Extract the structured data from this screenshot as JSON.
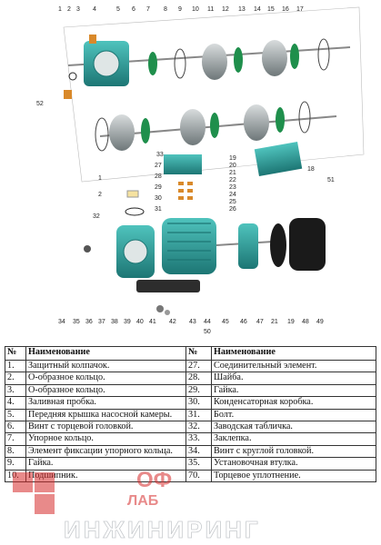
{
  "callouts": [
    "1",
    "2",
    "3",
    "4",
    "5",
    "6",
    "7",
    "8",
    "9",
    "10",
    "11",
    "12",
    "13",
    "14",
    "15",
    "16",
    "17",
    "52",
    "18",
    "51",
    "1",
    "2",
    "33",
    "19",
    "20",
    "21",
    "22",
    "23",
    "24",
    "25",
    "26",
    "27",
    "28",
    "29",
    "30",
    "31",
    "32",
    "34",
    "35",
    "36",
    "37",
    "38",
    "39",
    "40",
    "41",
    "42",
    "43",
    "44",
    "45",
    "46",
    "47",
    "21",
    "19",
    "48",
    "49",
    "50"
  ],
  "table": {
    "headers": [
      "№",
      "Наименование",
      "№",
      "Наименование"
    ],
    "rows": [
      {
        "n1": "1.",
        "name1": "Защитный колпачок.",
        "n2": "27.",
        "name2": "Соединительный элемент."
      },
      {
        "n1": "2.",
        "name1": "О-образное кольцо.",
        "n2": "28.",
        "name2": "Шайба."
      },
      {
        "n1": "3.",
        "name1": "О-образное кольцо.",
        "n2": "29.",
        "name2": "Гайка."
      },
      {
        "n1": "4.",
        "name1": "Заливная пробка.",
        "n2": "30.",
        "name2": "Конденсаторная коробка."
      },
      {
        "n1": "5.",
        "name1": "Передняя крышка насосной камеры.",
        "n2": "31.",
        "name2": "Болт."
      },
      {
        "n1": "6.",
        "name1": "Винт с торцевой головкой.",
        "n2": "32.",
        "name2": "Заводская табличка."
      },
      {
        "n1": "7.",
        "name1": "Упорное кольцо.",
        "n2": "33.",
        "name2": "Заклепка."
      },
      {
        "n1": "8.",
        "name1": "Элемент фиксации упорного кольца.",
        "n2": "34.",
        "name2": "Винт с круглой головкой."
      },
      {
        "n1": "9.",
        "name1": "Гайка.",
        "n2": "35.",
        "name2": "Установочная втулка."
      },
      {
        "n1": "10.",
        "name1": "Подшипник.",
        "n2": "70.",
        "name2": "Торцевое уплотнение."
      }
    ]
  },
  "watermark": {
    "line1": "ОФ",
    "line2": "ЛАБ",
    "line3": "ИНЖИНИРИНГ"
  },
  "colors": {
    "teal": "#2a9d9a",
    "teal_dark": "#1d7674",
    "green_ring": "#1f8f4c",
    "metal": "#9aa3a6",
    "orange": "#d9892a",
    "watermark_red": "#d62b2b"
  }
}
